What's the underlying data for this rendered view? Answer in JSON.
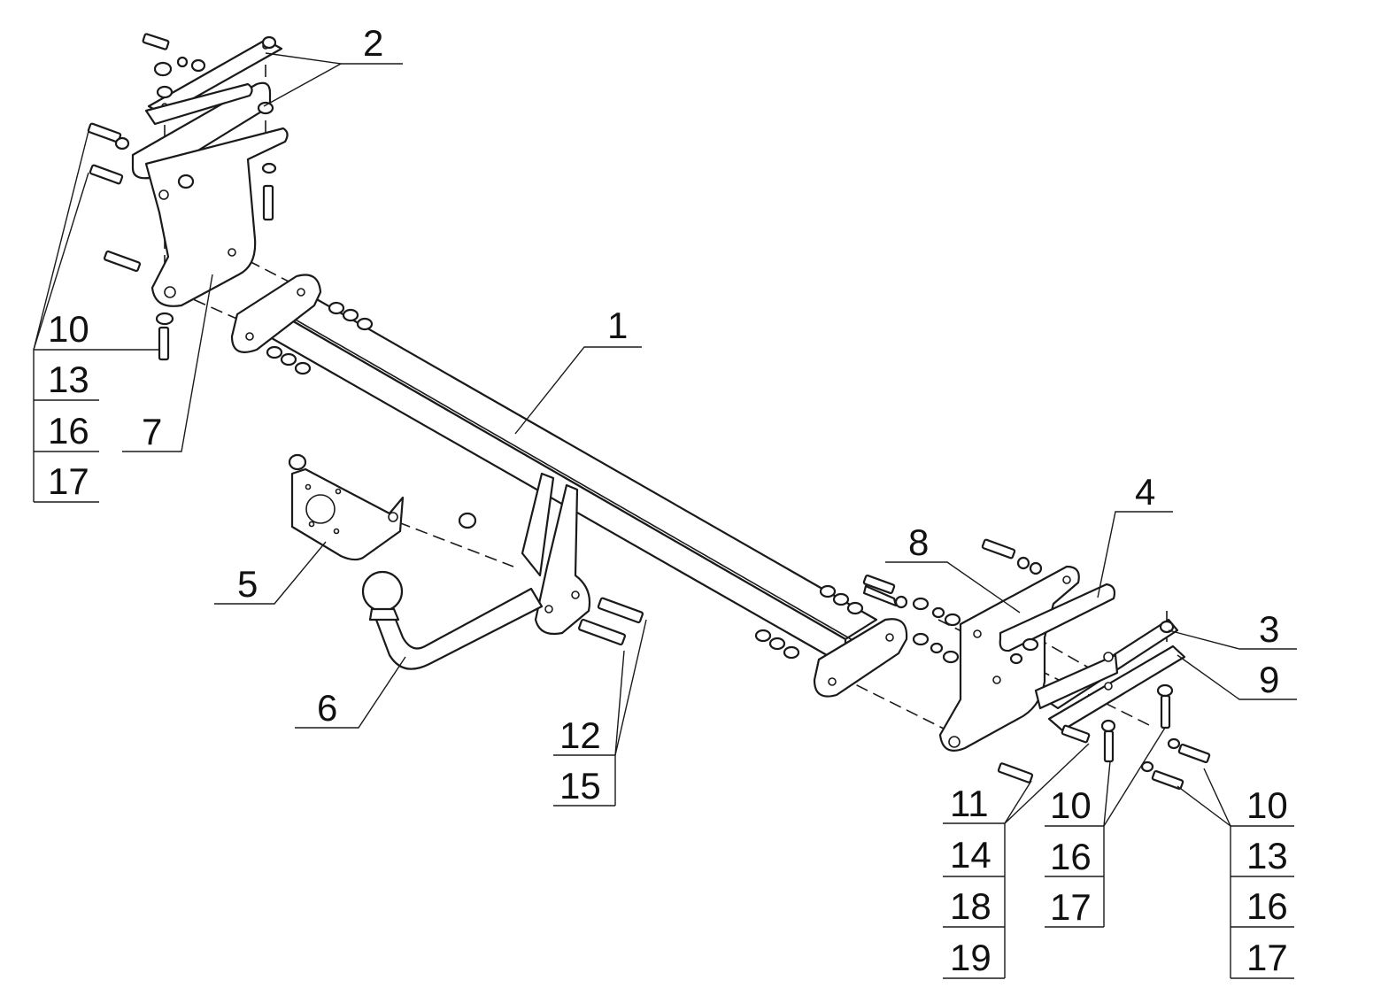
{
  "callouts": {
    "part_1": "1",
    "part_2": "2",
    "part_3": "3",
    "part_4": "4",
    "part_5": "5",
    "part_6": "6",
    "part_7": "7",
    "part_8": "8",
    "part_9": "9",
    "part_12_15": [
      "12",
      "15"
    ],
    "left_fasteners": [
      "10",
      "13",
      "16",
      "17"
    ],
    "right_fasteners_a": [
      "11",
      "14",
      "18",
      "19"
    ],
    "right_fasteners_b": [
      "10",
      "16",
      "17"
    ],
    "right_fasteners_c": [
      "10",
      "13",
      "16",
      "17"
    ]
  }
}
